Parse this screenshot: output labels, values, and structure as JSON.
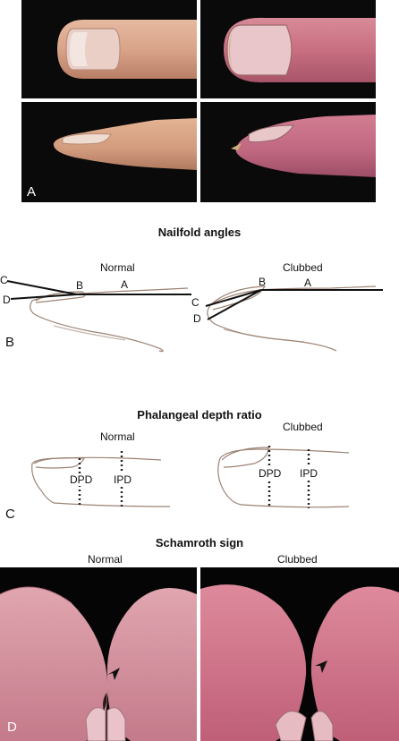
{
  "panel_a": {
    "letter": "A"
  },
  "panel_b": {
    "letter": "B",
    "title": "Nailfold angles",
    "normal": {
      "caption": "Normal",
      "points": [
        "A",
        "B",
        "C",
        "D"
      ]
    },
    "clubbed": {
      "caption": "Clubbed",
      "points": [
        "A",
        "B",
        "C",
        "D"
      ]
    }
  },
  "panel_c": {
    "letter": "C",
    "title": "Phalangeal depth ratio",
    "normal": {
      "caption": "Normal",
      "dpd": "DPD",
      "ipd": "IPD"
    },
    "clubbed": {
      "caption": "Clubbed",
      "dpd": "DPD",
      "ipd": "IPD"
    }
  },
  "panel_d": {
    "letter": "D",
    "title": "Schamroth sign",
    "normal": {
      "caption": "Normal"
    },
    "clubbed": {
      "caption": "Clubbed"
    }
  }
}
